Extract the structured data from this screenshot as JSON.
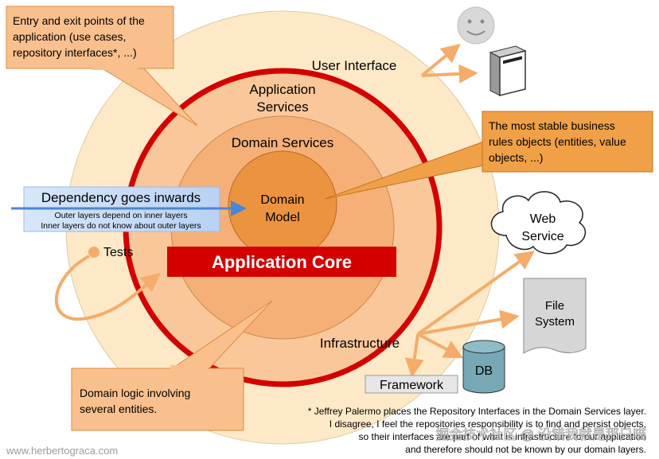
{
  "layers": {
    "user_interface": "User Interface",
    "application_services": [
      "Application",
      "Services"
    ],
    "domain_services": "Domain Services",
    "domain_model": [
      "Domain",
      "Model"
    ],
    "infrastructure": "Infrastructure",
    "application_core": "Application Core"
  },
  "callouts": {
    "entry_exit": [
      "Entry and exit points of the",
      "application (use cases,",
      "repository interfaces*, ...)"
    ],
    "stable_rules": [
      "The most stable business",
      "rules objects (entities, value",
      "objects, ...)"
    ],
    "domain_logic": [
      "Domain logic involving",
      "several entities."
    ]
  },
  "dependency": {
    "title": "Dependency goes inwards",
    "lines": [
      "Outer layers depend on inner layers",
      "Inner layers do not know about outer layers"
    ]
  },
  "tests": "Tests",
  "external": {
    "web_service": [
      "Web",
      "Service"
    ],
    "file_system": [
      "File",
      "System"
    ],
    "db": "DB",
    "framework": "Framework"
  },
  "footnote": [
    "* Jeffrey Palermo places the Repository Interfaces in the Domain Services layer.",
    "I disagree, I feel the repositories responsibility is to find and persist objects,",
    "so their interfaces are part of what is infrastructure to our application",
    "and therefore should not be known by our domain layers."
  ],
  "watermark": "掘金技术社区 @ 没错我就是那只喵",
  "credit": "www.herbertograca.com",
  "colors": {
    "outer_ring": "#fde9c7",
    "red_ring": "#d40000",
    "app_services": "#f9c79a",
    "domain_services": "#f5b077",
    "domain_model": "#ec9340",
    "callout": "#f9c08e",
    "callout_dark": "#f0a046",
    "arrow": "#f5ac6a",
    "dependency_box": "#c9dcf6",
    "dependency_arrow": "#4a86d8",
    "db": "#76a9b5"
  }
}
